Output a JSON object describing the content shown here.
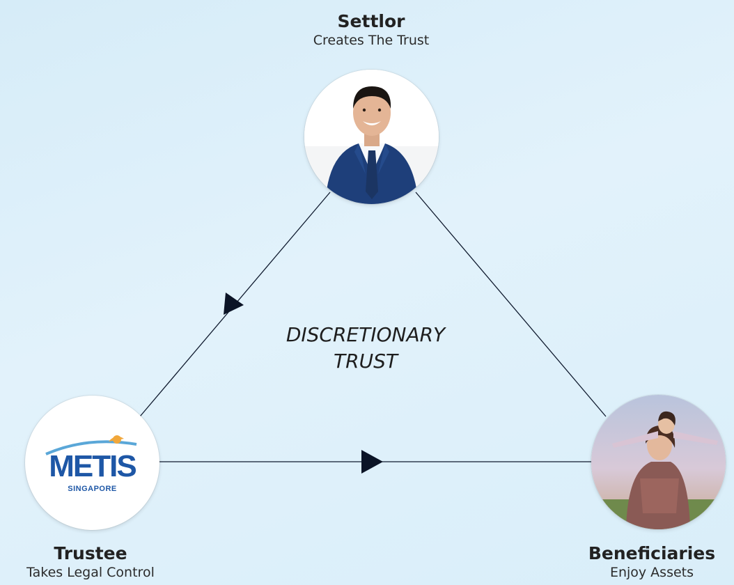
{
  "diagram": {
    "center_label_line1": "DISCRETIONARY",
    "center_label_line2": "TRUST",
    "colors": {
      "connector": "#0f1a2e",
      "arrowhead": "#0b1426",
      "logo_blue": "#1e57a6",
      "logo_arc": "#5aa7d8",
      "logo_sun": "#f1a73a"
    },
    "nodes": {
      "settlor": {
        "title": "Settlor",
        "description": "Creates The Trust",
        "image": "businessman-photo"
      },
      "trustee": {
        "title": "Trustee",
        "description": "Takes Legal Control",
        "image": "metis-logo",
        "logo_word": "METIS",
        "logo_sub": "SINGAPORE"
      },
      "beneficiaries": {
        "title": "Beneficiaries",
        "description": "Enjoy Assets",
        "image": "family-photo"
      }
    },
    "edges": [
      {
        "from": "settlor",
        "to": "trustee",
        "arrow": "toward-trustee"
      },
      {
        "from": "trustee",
        "to": "beneficiaries",
        "arrow": "toward-beneficiaries"
      },
      {
        "from": "settlor",
        "to": "beneficiaries",
        "arrow": "none"
      }
    ]
  }
}
